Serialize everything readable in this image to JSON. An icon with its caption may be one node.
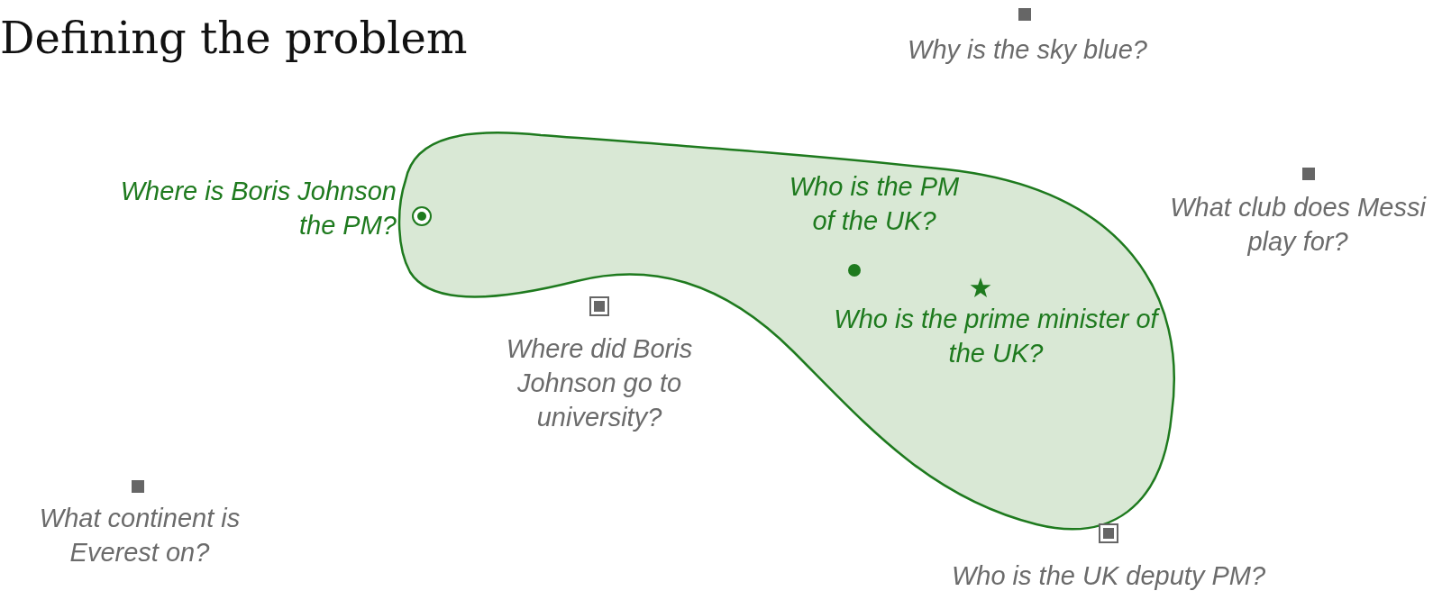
{
  "diagram": {
    "title": "Defining the problem",
    "nodes": [
      {
        "text": [
          "Who is the PM of the UK?",
          "Who is the prime minister of the UK?"
        ],
        "beside": [
          "Where is Boris Johnson the PM?"
        ]
      }
    ],
    "labels": [
      "Why is the sky blue?",
      "What club does Messi play for?",
      "Where did Boris Johnson go to university?",
      "What continent is Everest on?",
      "Who is the UK deputy PM?"
    ]
  }
}
